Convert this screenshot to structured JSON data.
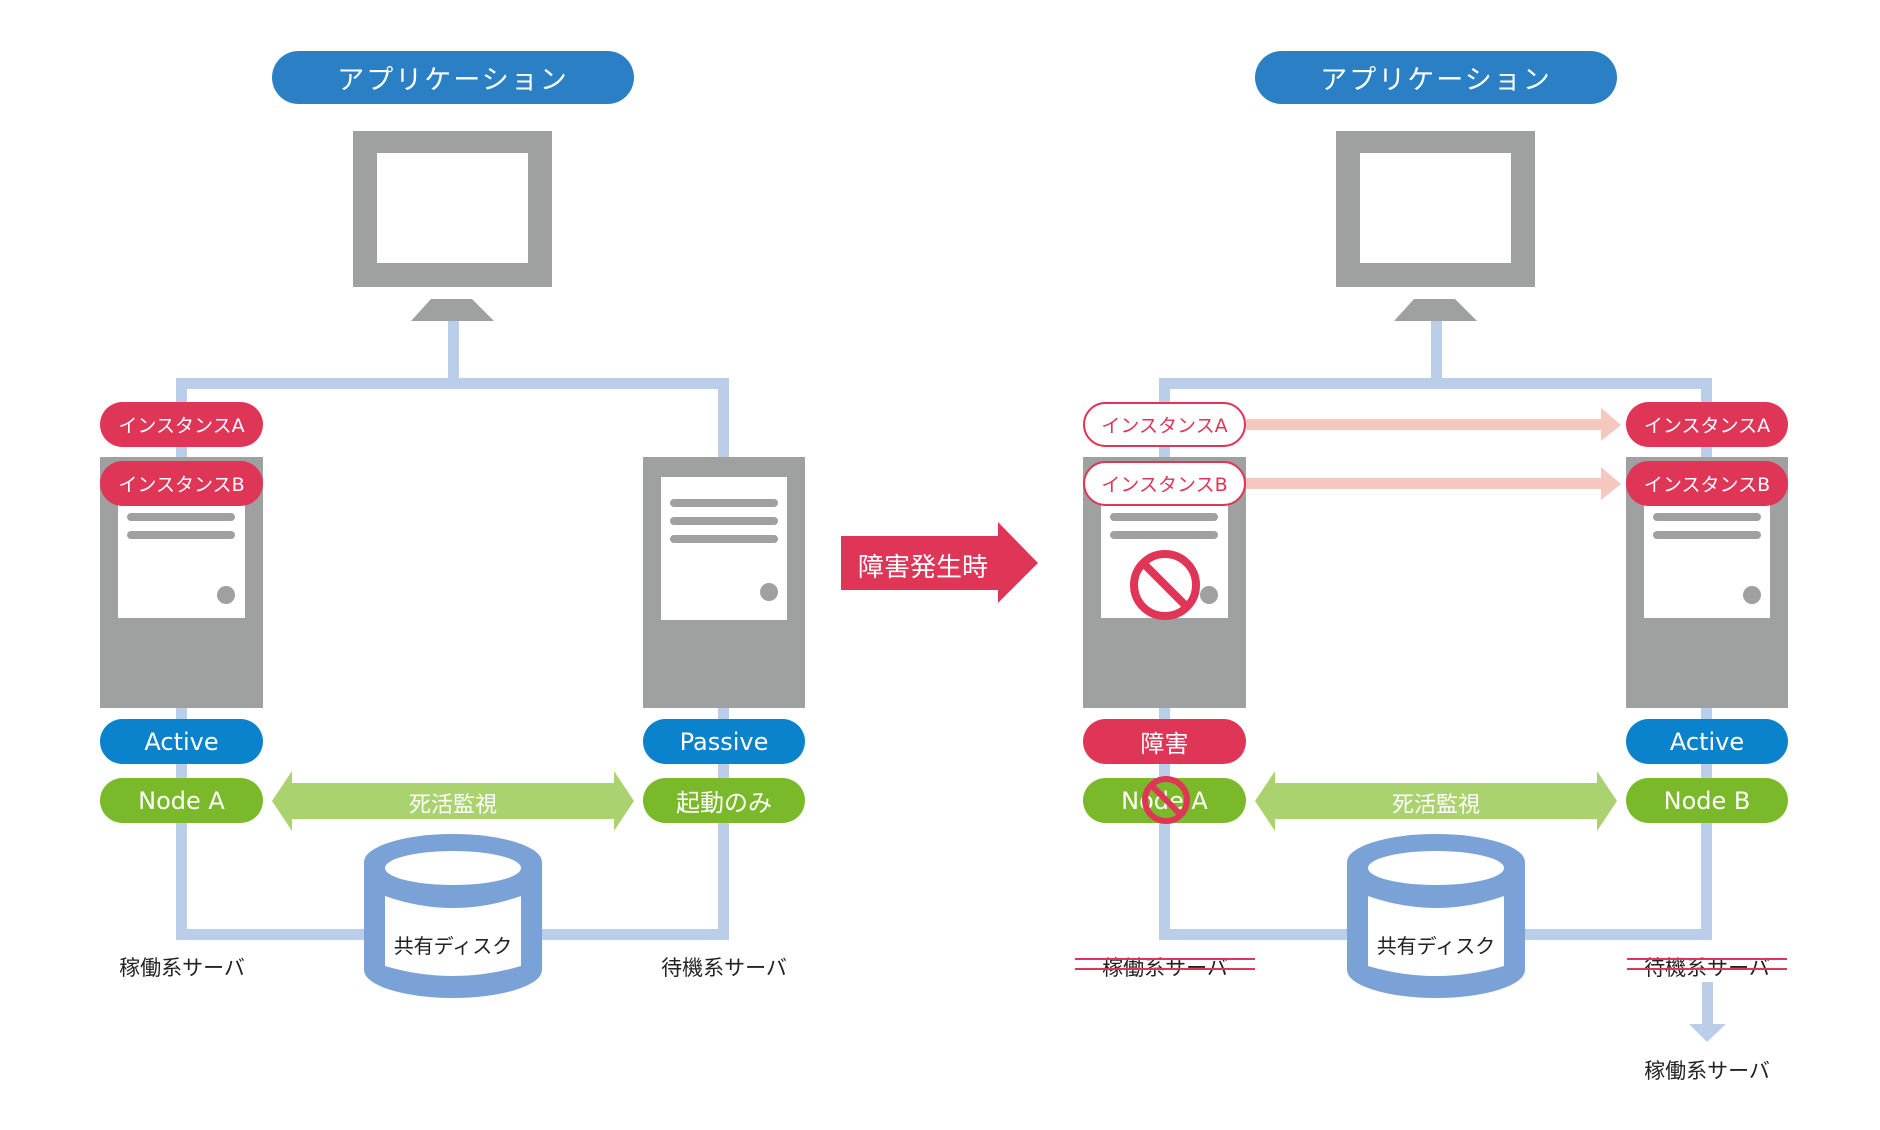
{
  "colors": {
    "app_blue": "#2b80c5",
    "instance_red": "#df3658",
    "active_blue": "#0a82cc",
    "node_green": "#7aba2a",
    "heartbeat_green": "#aad26e",
    "network_line": "#bacde9",
    "disk_blue": "#7ba2d6",
    "server_gray": "#9fa0a0",
    "migration_arrow": "#f4c7bf"
  },
  "before": {
    "application_label": "アプリケーション",
    "instance_a": "インスタンスA",
    "instance_b": "インスタンスB",
    "left_server": {
      "status": "Active",
      "node": "Node A",
      "role_label": "稼働系サーバ"
    },
    "right_server": {
      "status": "Passive",
      "node": "起動のみ",
      "role_label": "待機系サーバ"
    },
    "heartbeat_label": "死活監視",
    "shared_disk_label": "共有ディスク"
  },
  "transition_label": "障害発生時",
  "after": {
    "application_label": "アプリケーション",
    "failed_server": {
      "instance_a": "インスタンスA",
      "instance_b": "インスタンスB",
      "status": "障害",
      "node": "Node A",
      "role_label_struck": "稼働系サーバ"
    },
    "takeover_server": {
      "instance_a": "インスタンスA",
      "instance_b": "インスタンスB",
      "status": "Active",
      "node": "Node B",
      "role_label_struck": "待機系サーバ",
      "new_role_label": "稼働系サーバ"
    },
    "heartbeat_label": "死活監視",
    "shared_disk_label": "共有ディスク"
  },
  "icons": {
    "failure_symbol": "prohibited-icon",
    "monitor": "monitor-icon",
    "server": "server-icon",
    "disk": "database-icon"
  }
}
